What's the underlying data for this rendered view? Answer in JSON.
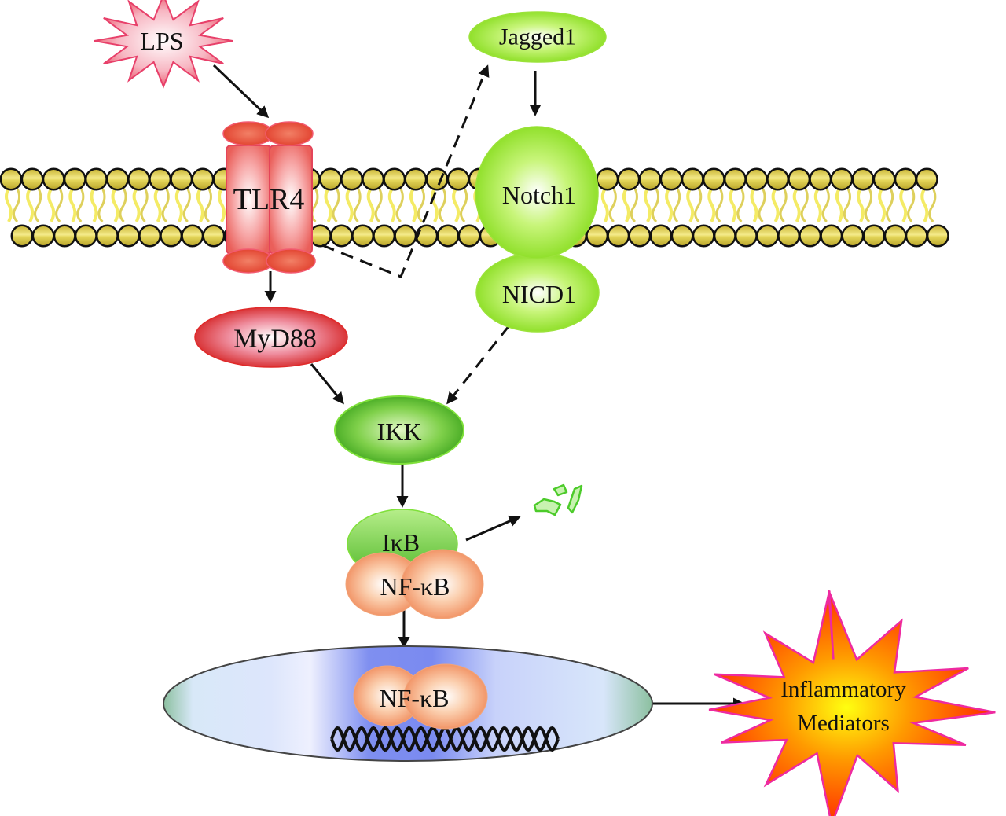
{
  "figure": {
    "type": "signaling-pathway",
    "description": "LPS-TLR4 and Jagged1-Notch1 crosstalk converging on IKK / NF-kB inflammatory signaling"
  },
  "nodes": {
    "lps": {
      "label": "LPS",
      "shape": "starburst",
      "color": "#ee4a6a"
    },
    "tlr4": {
      "label": "TLR4",
      "shape": "transmembrane-receptor",
      "color": "#e8473a"
    },
    "jagged1": {
      "label": "Jagged1",
      "shape": "ellipse",
      "color": "#8ee02a"
    },
    "notch1": {
      "label": "Notch1",
      "shape": "circle",
      "color": "#8ee02a"
    },
    "nicd1": {
      "label": "NICD1",
      "shape": "ellipse",
      "color": "#8ee02a"
    },
    "myd88": {
      "label": "MyD88",
      "shape": "ellipse",
      "color": "#d92020"
    },
    "ikk": {
      "label": "IKK",
      "shape": "ellipse",
      "color": "#3fae1f"
    },
    "ikb": {
      "label": "IκB",
      "shape": "ellipse",
      "color": "#6fce2c"
    },
    "nfkb_cytoplasm": {
      "label": "NF-κB",
      "shape": "double-circle",
      "color": "#f39a6a"
    },
    "ikb_degraded": {
      "label": "",
      "shape": "fragments",
      "color": "#55cc33"
    },
    "nucleus": {
      "label": "",
      "shape": "ellipse",
      "color": "#8090f0"
    },
    "nfkb_nucleus": {
      "label": "NF-κB",
      "shape": "double-circle",
      "color": "#f39a6a"
    },
    "dna": {
      "label": "",
      "shape": "double-helix",
      "color": "#111111"
    },
    "mediators": {
      "label_line1": "Inflammatory",
      "label_line2": "Mediators",
      "shape": "starburst",
      "color": "#ff6a00"
    }
  },
  "edges": [
    {
      "from": "LPS",
      "to": "TLR4",
      "style": "solid"
    },
    {
      "from": "TLR4",
      "to": "MyD88",
      "style": "solid"
    },
    {
      "from": "TLR4",
      "to": "Jagged1",
      "style": "dashed"
    },
    {
      "from": "Jagged1",
      "to": "Notch1",
      "style": "solid"
    },
    {
      "from": "MyD88",
      "to": "IKK",
      "style": "solid"
    },
    {
      "from": "NICD1",
      "to": "IKK",
      "style": "dashed"
    },
    {
      "from": "IKK",
      "to": "IκB/NF-κB",
      "style": "solid"
    },
    {
      "from": "IκB",
      "to": "degradation",
      "style": "solid"
    },
    {
      "from": "NF-κB",
      "to": "Nucleus",
      "style": "solid"
    },
    {
      "from": "Nucleus",
      "to": "Inflammatory Mediators",
      "style": "solid"
    }
  ],
  "membrane": {
    "head_color": "#d4c23c",
    "tail_color": "#f2e84a",
    "outline_color": "#111111"
  }
}
